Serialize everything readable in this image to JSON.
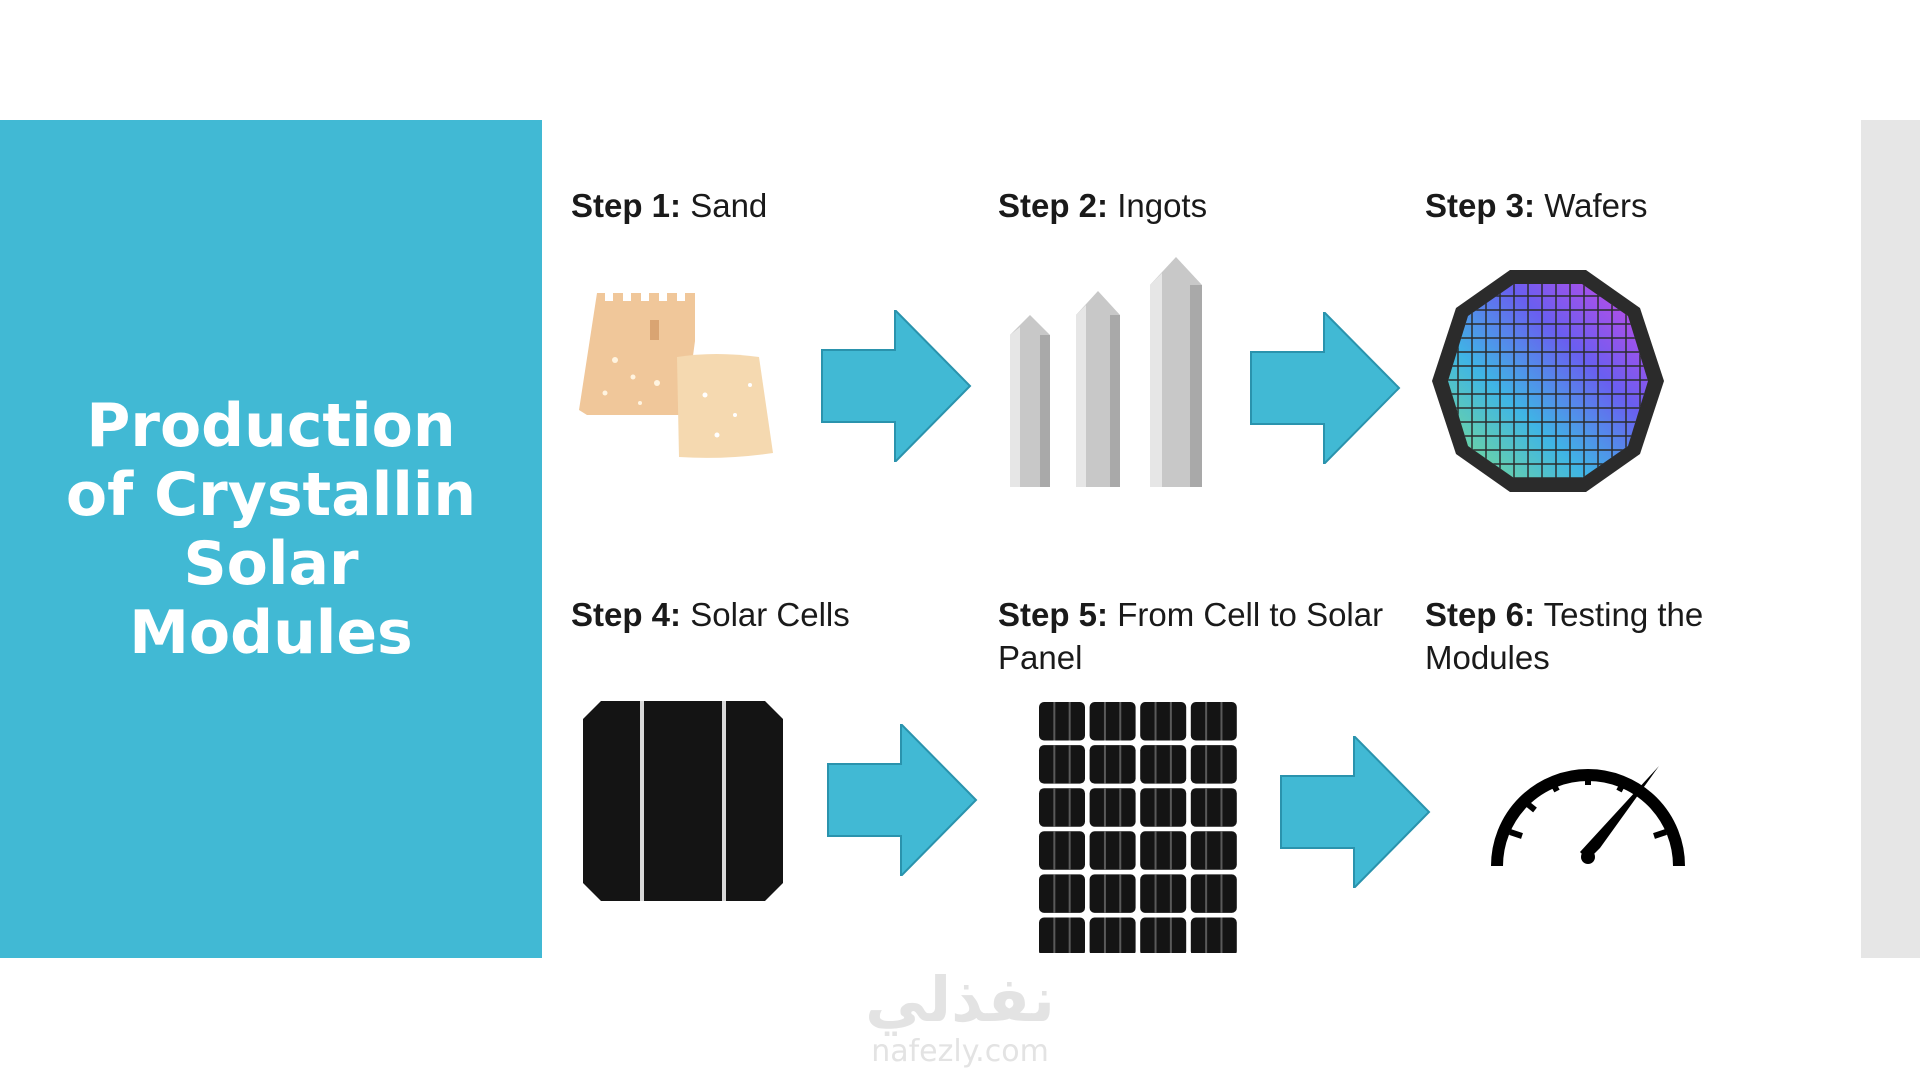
{
  "title": {
    "lines": [
      "Production",
      "of Crystallin",
      "Solar",
      "Modules"
    ]
  },
  "steps": [
    {
      "prefix": "Step 1:",
      "name": "Sand",
      "icon": "sand-castle-icon"
    },
    {
      "prefix": "Step 2:",
      "name": "Ingots",
      "icon": "ingots-icon"
    },
    {
      "prefix": "Step 3:",
      "name": "Wafers",
      "icon": "wafer-icon"
    },
    {
      "prefix": "Step 4:",
      "name": "Solar Cells",
      "icon": "solar-cell-icon"
    },
    {
      "prefix": "Step 5:",
      "name": "From Cell to Solar Panel",
      "icon": "solar-panel-icon"
    },
    {
      "prefix": "Step 6:",
      "name": "Testing the Modules",
      "icon": "speedometer-icon"
    }
  ],
  "arrow_icon": "right-arrow-icon",
  "watermark": {
    "arabic": "نفذلي",
    "url": "nafezly.com"
  },
  "colors": {
    "accent": "#41b9d4",
    "side_strip": "#e6e6e6",
    "text": "#1a1a1a"
  }
}
